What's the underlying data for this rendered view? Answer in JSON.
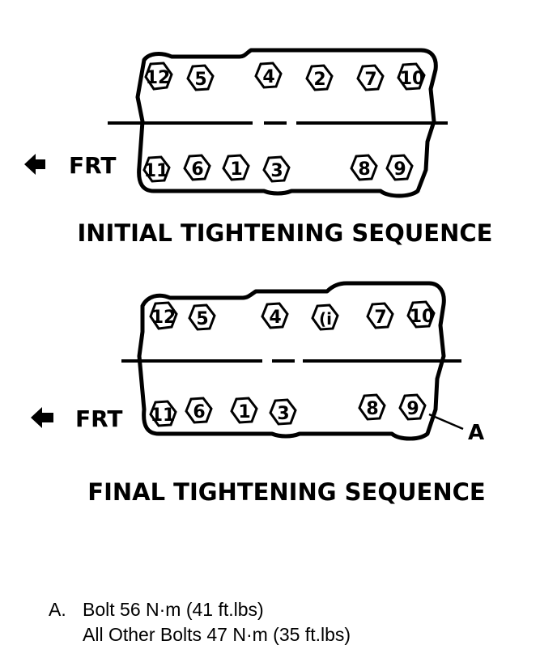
{
  "diagrams": [
    {
      "top_bolts": [
        "12",
        "5",
        "4",
        "2",
        "7",
        "10"
      ],
      "bottom_bolts": [
        "11",
        "6",
        "1",
        "3",
        "8",
        "9"
      ],
      "frt_label": "FRT",
      "title": "INITIAL TIGHTENING SEQUENCE",
      "callout": ""
    },
    {
      "top_bolts": [
        "12",
        "5",
        "4",
        "(i",
        "7",
        "10"
      ],
      "bottom_bolts": [
        "11",
        "6",
        "1",
        "3",
        "8",
        "9"
      ],
      "frt_label": "FRT",
      "title": "FINAL TIGHTENING SEQUENCE",
      "callout": "A"
    }
  ],
  "legend": {
    "letter": "A.",
    "line1": "Bolt 56 N·m (41 ft.lbs)",
    "line2": "All Other Bolts 47 N·m (35 ft.lbs)"
  }
}
